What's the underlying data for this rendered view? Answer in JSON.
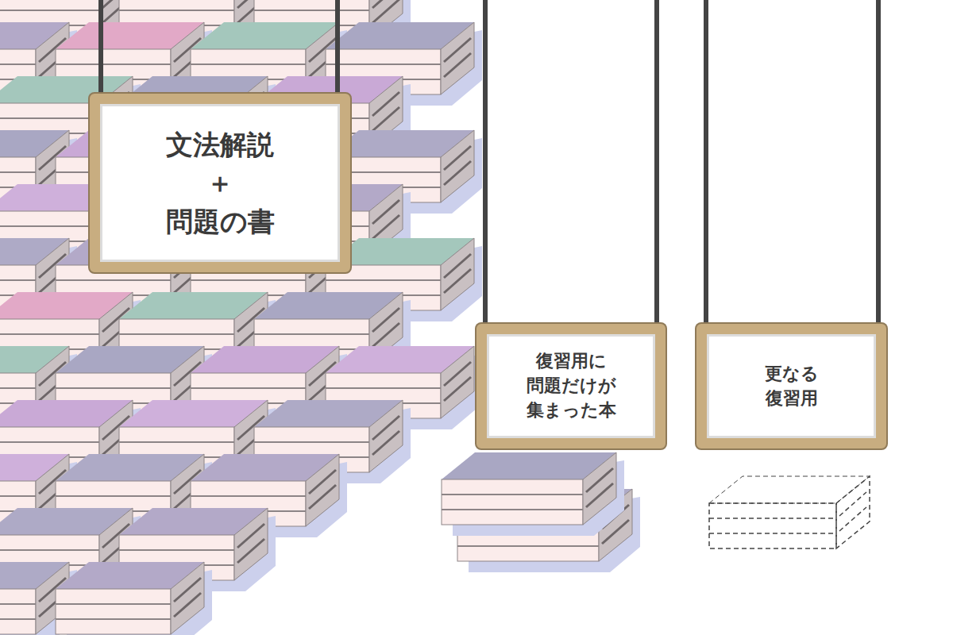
{
  "diagram": {
    "nodes": [
      {
        "text": [
          "文法解説 ＋ 問題の書"
        ]
      },
      {
        "text": [
          "復習用に 問題だけが 集まった本"
        ]
      },
      {
        "text": [
          "更なる 復習用"
        ]
      }
    ]
  }
}
